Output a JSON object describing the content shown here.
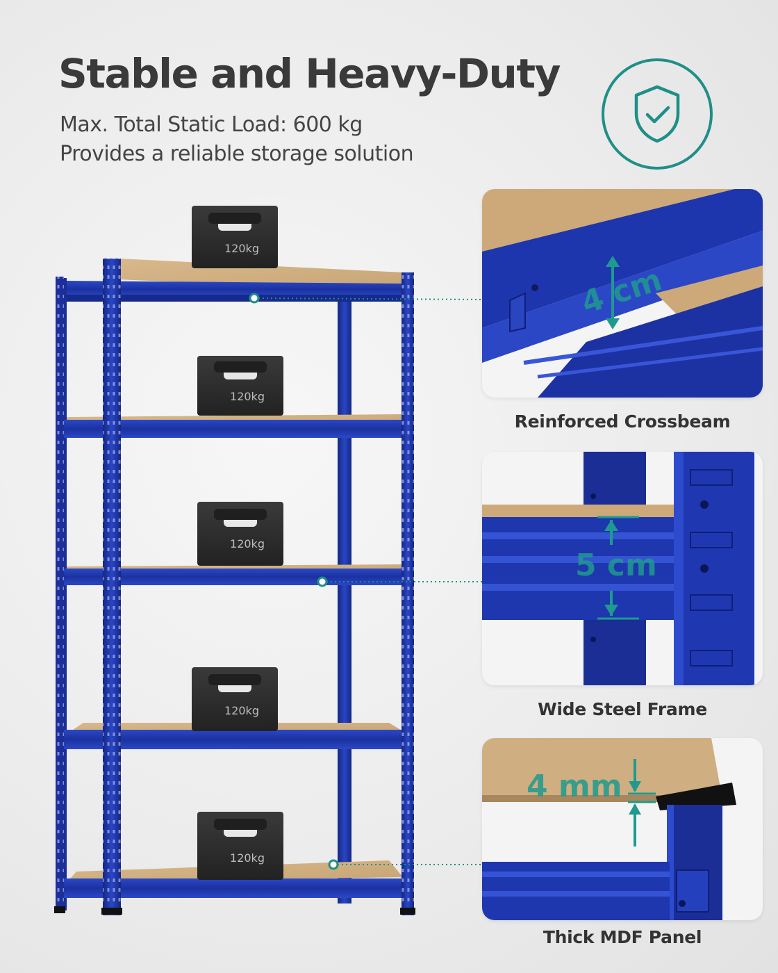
{
  "header": {
    "title": "Stable and Heavy-Duty",
    "line1": "Max. Total Static Load: 600 kg",
    "line2": "Provides a reliable storage solution"
  },
  "weights": {
    "label": "120kg"
  },
  "details": [
    {
      "caption": "Reinforced Crossbeam",
      "measure": "4 cm"
    },
    {
      "caption": "Wide Steel Frame",
      "measure": "5 cm"
    },
    {
      "caption": "Thick MDF Panel",
      "measure": "4 mm"
    }
  ],
  "colors": {
    "accent": "#1f8f87",
    "steel_blue": "#1d34a8",
    "mdf": "#cfae82",
    "weight": "#2c2c2c"
  },
  "icons": {
    "badge": "shield-check-icon"
  }
}
